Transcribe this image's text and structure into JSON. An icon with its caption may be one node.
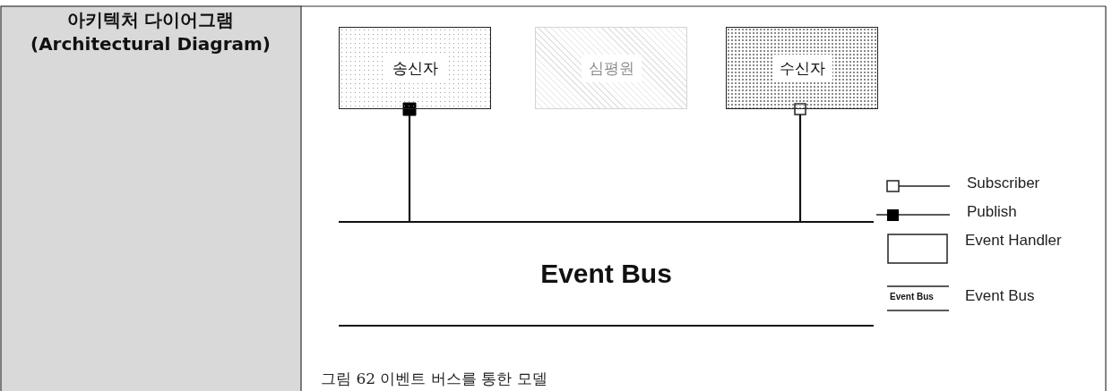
{
  "diagram": {
    "title": "아키텍처 다이어그램 (Architectural Diagram)",
    "caption": "그림 62 이벤트 버스를 통한 모델",
    "nodes": [
      {
        "text": [
          "송신자"
        ]
      },
      {
        "text": [
          "심평원"
        ]
      },
      {
        "text": [
          "수신자"
        ]
      },
      {
        "text": [
          "Event Bus"
        ]
      }
    ],
    "edges": [
      {
        "from": 0,
        "to": 3,
        "arrow": "other"
      },
      {
        "from": 2,
        "to": 3,
        "arrow": "other"
      }
    ],
    "labels": [
      "Event Bus"
    ],
    "legend": [
      {
        "text": "Subscriber"
      },
      {
        "text": "Publish"
      },
      {
        "text": "Event Handler"
      },
      {
        "text": "Event Bus"
      }
    ]
  }
}
